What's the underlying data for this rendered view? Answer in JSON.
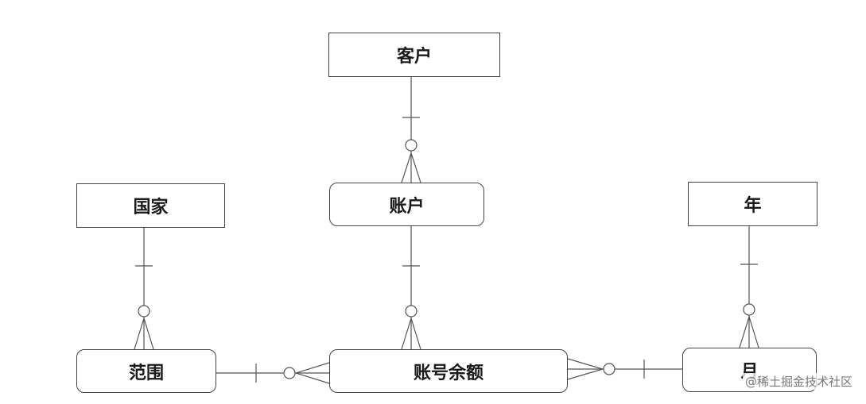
{
  "entities": {
    "customer": "客户",
    "account": "账户",
    "country": "国家",
    "year": "年",
    "region": "范围",
    "account_balance": "账号余额",
    "month": "月"
  },
  "watermark": "@稀土掘金技术社区"
}
